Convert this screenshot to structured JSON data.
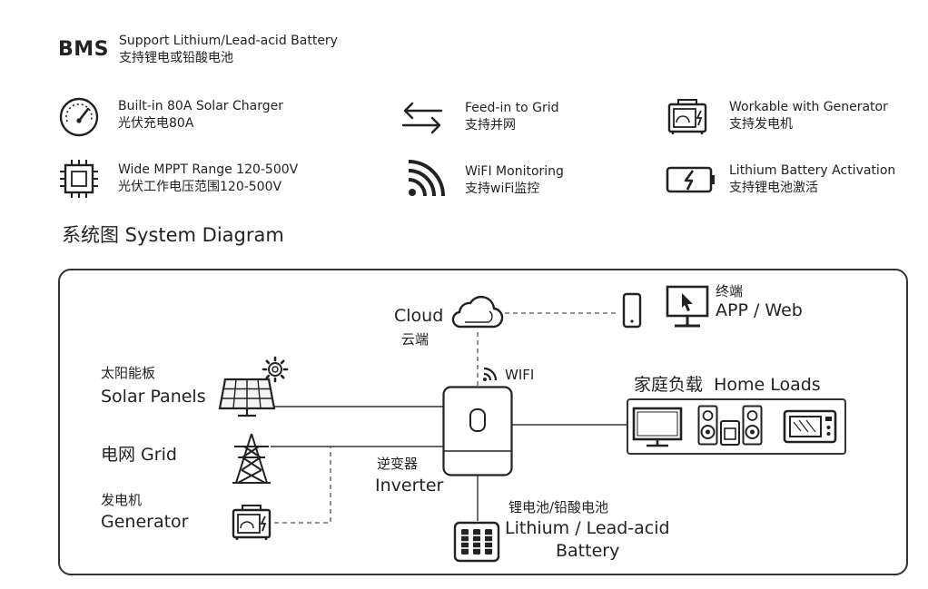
{
  "bms": {
    "badge": "BMS",
    "line1": "Support Lithium/Lead-acid Battery",
    "line2": "支持锂电或铅酸电池"
  },
  "features": [
    {
      "icon": "gauge-icon",
      "line1": "Built-in 80A Solar Charger",
      "line2": "光伏充电80A"
    },
    {
      "icon": "bidirectional-arrows-icon",
      "line1": "Feed-in to Grid",
      "line2": "支持并网"
    },
    {
      "icon": "generator-icon",
      "line1": "Workable with Generator",
      "line2": "支持发电机"
    },
    {
      "icon": "chip-icon",
      "line1": "Wide MPPT Range 120-500V",
      "line2": "光伏工作电压范围120-500V"
    },
    {
      "icon": "wifi-icon",
      "line1": "WiFI Monitoring",
      "line2": "支持wiFi监控"
    },
    {
      "icon": "battery-charging-icon",
      "line1": "Lithium Battery Activation",
      "line2": "支持锂电池激活"
    }
  ],
  "section_title": "系统图 System Diagram",
  "diagram": {
    "cloud_en": "Cloud",
    "cloud_cn": "云端",
    "terminal_cn": "终端",
    "terminal_en": "APP / Web",
    "solar_cn": "太阳能板",
    "solar_en": "Solar Panels",
    "wifi_label": "WIFI",
    "grid_label": "电网 Grid",
    "generator_cn": "发电机",
    "generator_en": "Generator",
    "inverter_cn": "逆变器",
    "inverter_en": "Inverter",
    "loads_title": "家庭负载  Home Loads",
    "battery_cn": "锂电池/铅酸电池",
    "battery_en1": "Lithium / Lead-acid",
    "battery_en2": "Battery"
  }
}
